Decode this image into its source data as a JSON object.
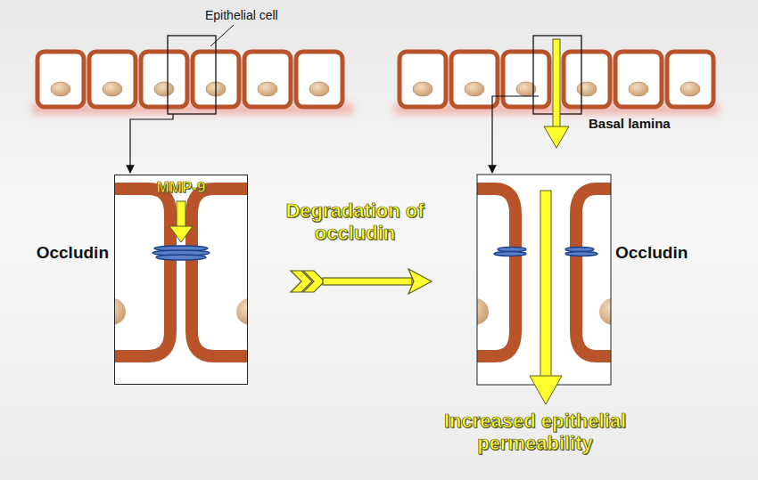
{
  "diagram": {
    "nodes": [
      {
        "text": [
          "MMP-9"
        ]
      }
    ],
    "labels": [
      "Epithelial cell",
      "Basal lamina",
      "Occludin",
      "Degradation of occludin",
      "Occludin",
      "Increased epithelial permeability"
    ]
  }
}
